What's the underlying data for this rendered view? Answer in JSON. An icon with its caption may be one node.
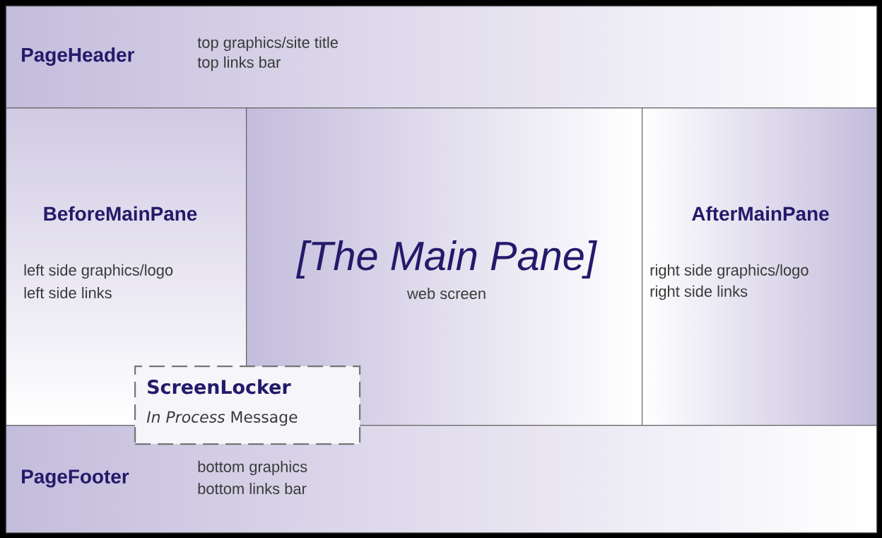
{
  "diagram": {
    "nodes": [
      {
        "text": [
          "PageHeader",
          "top graphics/site title",
          "top links bar"
        ]
      },
      {
        "text": [
          "BeforeMainPane",
          "left side graphics/logo",
          "left side links"
        ]
      },
      {
        "text": [
          "[The Main Pane]",
          "web screen"
        ]
      },
      {
        "text": [
          "AfterMainPane",
          "right side graphics/logo",
          "right side links"
        ]
      },
      {
        "text": [
          "PageFooter",
          "bottom graphics",
          "bottom links bar"
        ]
      },
      {
        "text": [
          "ScreenLocker",
          "*In Process* Message"
        ]
      }
    ]
  }
}
